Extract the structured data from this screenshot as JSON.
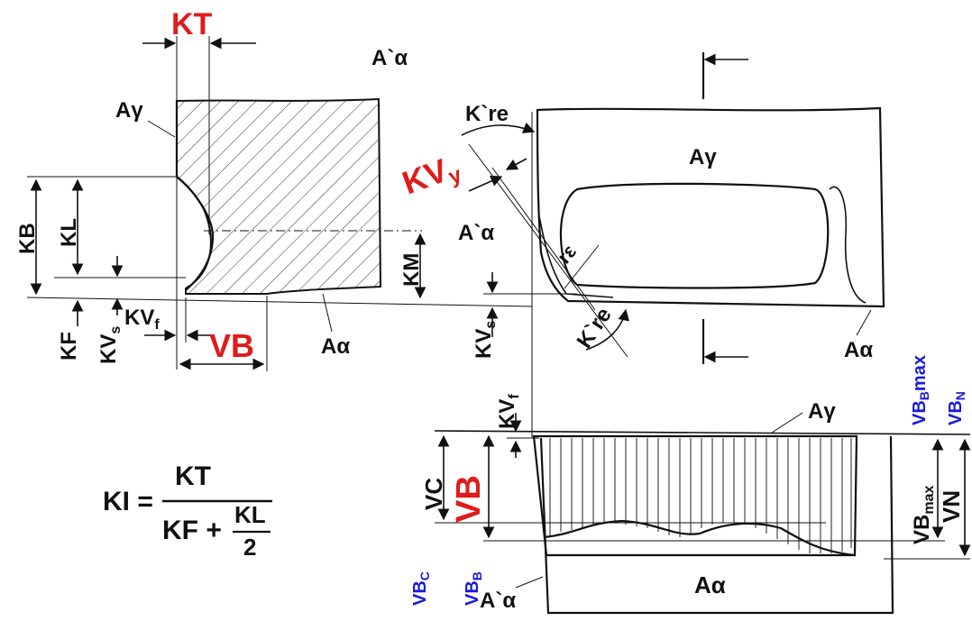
{
  "colors": {
    "ink": "#111111",
    "highlight": "#e01b1b",
    "aux": "#1b1bd6"
  },
  "left_view": {
    "kt": "KT",
    "a_alpha_prime_top": "A`α",
    "a_gamma": "Aγ",
    "kb": "KB",
    "kl": "KL",
    "km": "KM",
    "kf": "KF",
    "kvs": "KV",
    "kvs_sub": "s",
    "kvf": "KV",
    "kvf_sub": "f",
    "vb": "VB",
    "a_alpha": "Aα"
  },
  "top_view": {
    "kre_prime": "Κ`re",
    "kvy": "KV",
    "kvy_sub": "y",
    "a_gamma": "Aγ",
    "a_alpha_prime": "A`α",
    "r_eps": "rε",
    "kre": "Κ`re",
    "kvs": "KV",
    "kvs_sub": "s",
    "a_alpha": "Aα"
  },
  "flank_view": {
    "kvf": "KV",
    "kvf_sub": "f",
    "a_gamma": "Aγ",
    "vbb_max": "VB",
    "vbb_max_sub": "B",
    "vbb_max_tail": "max",
    "vbn": "VB",
    "vbn_sub": "N",
    "vc": "VC",
    "vb": "VB",
    "vb_max": "VB",
    "vb_max_sub": "max",
    "vn": "VN",
    "vbc": "VB",
    "vbc_sub": "C",
    "vbb": "VB",
    "vbb_sub": "B",
    "a_alpha_prime": "A`α",
    "a_alpha": "Aα"
  },
  "formula": {
    "lhs": "KI =",
    "numerator": "KT",
    "den_left": "KF +",
    "den_frac_num": "KL",
    "den_frac_den": "2"
  }
}
